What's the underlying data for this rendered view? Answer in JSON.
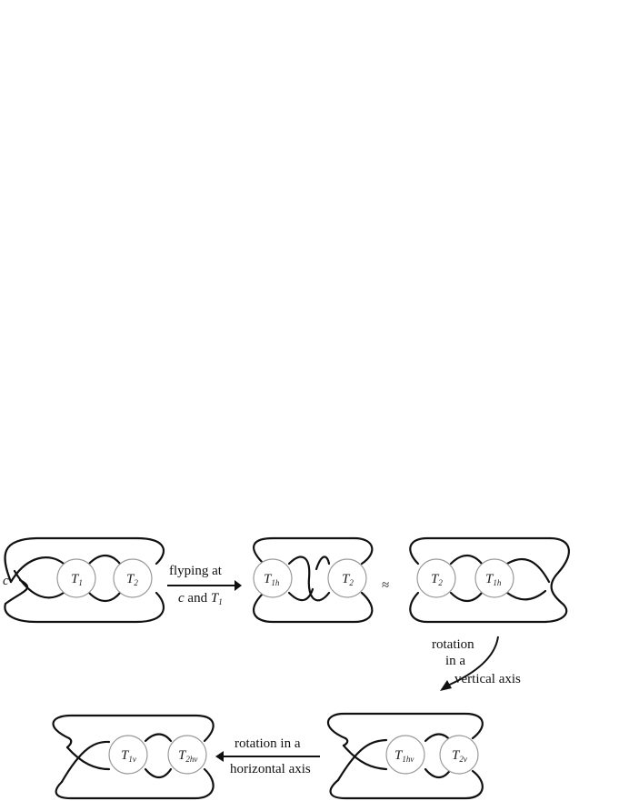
{
  "diagrams": [
    {
      "id": "d1",
      "circle_label": "c",
      "tangles": [
        {
          "base": "T",
          "sub": "1"
        },
        {
          "base": "T",
          "sub": "2"
        }
      ]
    },
    {
      "id": "d2",
      "tangles": [
        {
          "base": "T",
          "sub": "1h"
        },
        {
          "base": "T",
          "sub": "2"
        }
      ]
    },
    {
      "id": "d3",
      "tangles": [
        {
          "base": "T",
          "sub": "2"
        },
        {
          "base": "T",
          "sub": "1h"
        }
      ]
    },
    {
      "id": "d4",
      "tangles": [
        {
          "base": "T",
          "sub": "1hv"
        },
        {
          "base": "T",
          "sub": "2v"
        }
      ]
    },
    {
      "id": "d5",
      "tangles": [
        {
          "base": "T",
          "sub": "1v"
        },
        {
          "base": "T",
          "sub": "2hv"
        }
      ]
    }
  ],
  "arrows": {
    "flyping": {
      "line1": "flyping at",
      "line2_prefix": "c",
      "line2_mid": " and ",
      "line2_tangle": "T",
      "line2_sub": "1"
    },
    "approx_symbol": "≈",
    "vertical_rotation": {
      "line1": "rotation",
      "line2": "in a",
      "line3": "vertical axis"
    },
    "horizontal_rotation": {
      "line1": "rotation in a",
      "line2": "horizontal axis"
    }
  }
}
